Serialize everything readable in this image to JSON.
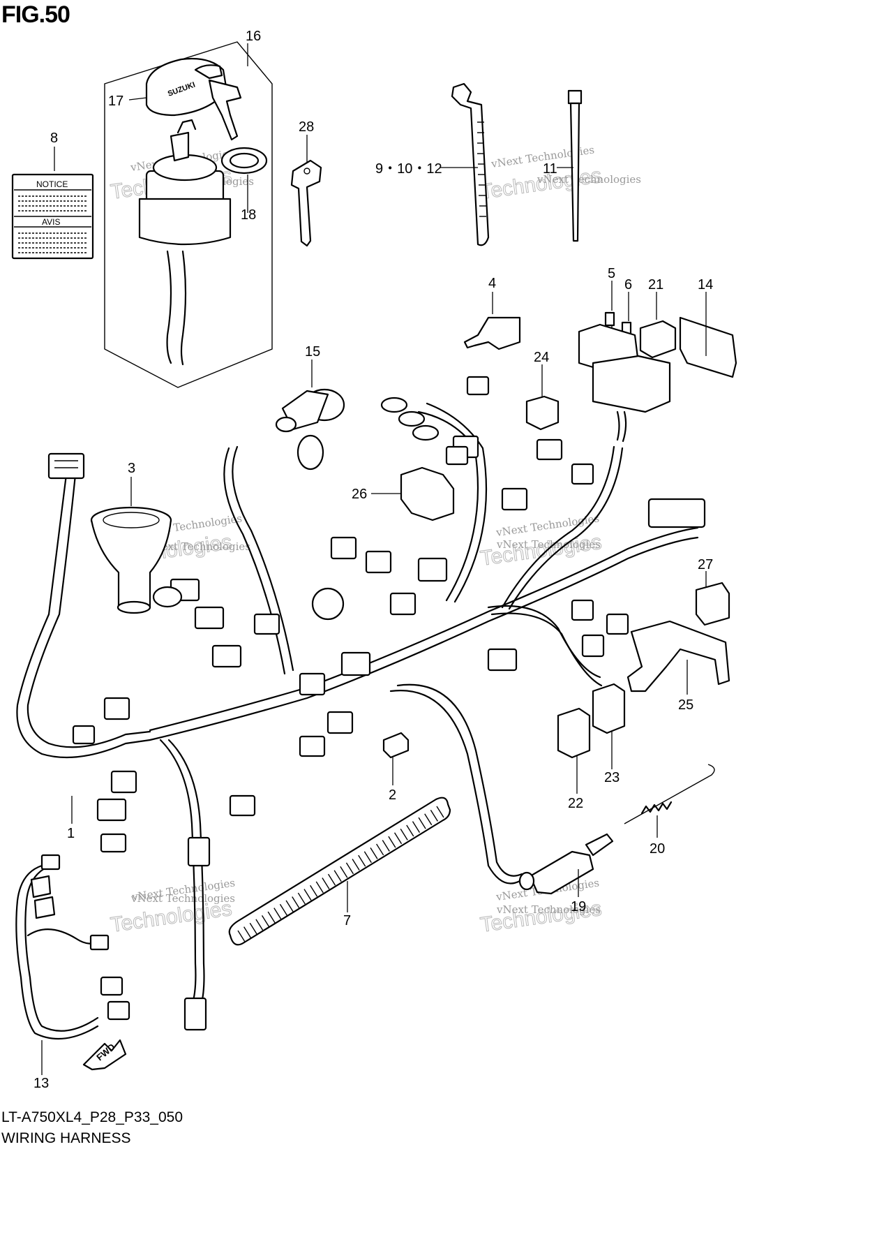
{
  "header": {
    "figure": "FIG.50"
  },
  "footer": {
    "model_code": "LT-A750XL4_P28_P33_050",
    "title": "WIRING HARNESS"
  },
  "labels": {
    "notice": "NOTICE",
    "avis": "AVIS",
    "fwd": "FWD",
    "key_brand": "SUZUKI"
  },
  "watermark": {
    "small": "vNext Technologies",
    "large": "Technologies"
  },
  "callouts": {
    "c1": "1",
    "c2": "2",
    "c3": "3",
    "c4": "4",
    "c5": "5",
    "c6": "6",
    "c7": "7",
    "c8": "8",
    "c9_10_12": "9・10・12",
    "c11": "11",
    "c13": "13",
    "c14": "14",
    "c15": "15",
    "c16": "16",
    "c17": "17",
    "c18": "18",
    "c19": "19",
    "c20": "20",
    "c21": "21",
    "c22": "22",
    "c23": "23",
    "c24": "24",
    "c25": "25",
    "c26": "26",
    "c27": "27",
    "c28": "28"
  },
  "colors": {
    "line": "#000000",
    "background": "#ffffff",
    "watermark": "#9a9a9a"
  }
}
